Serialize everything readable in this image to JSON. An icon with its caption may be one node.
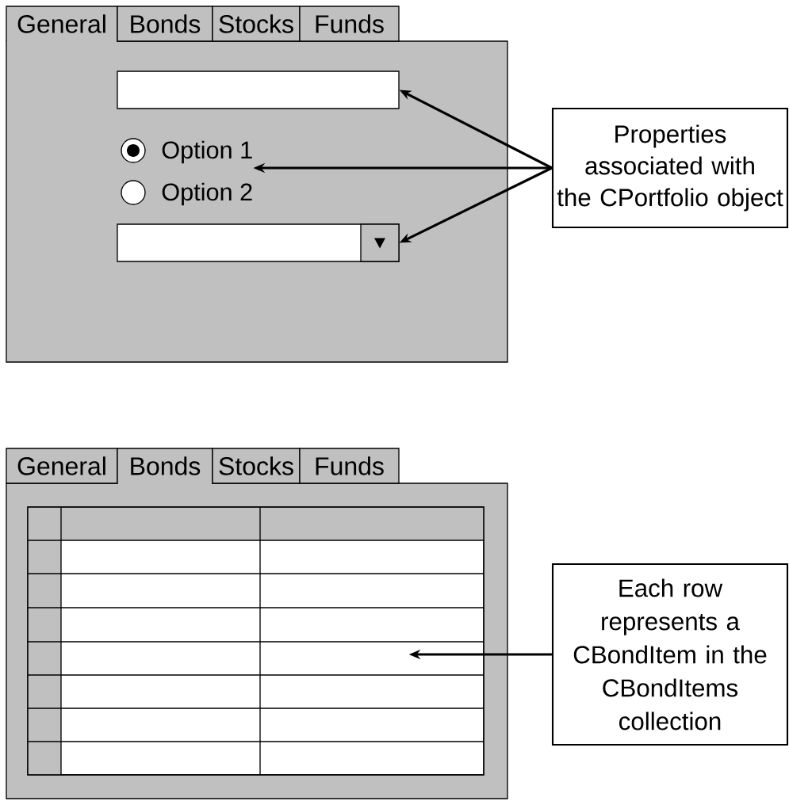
{
  "diagram": {
    "nodes": [
      {
        "text": [
          "General"
        ]
      },
      {
        "text": [
          "Bonds"
        ]
      },
      {
        "text": [
          "Stocks"
        ]
      },
      {
        "text": [
          "Funds"
        ]
      },
      {
        "text": [],
        "shape": "box"
      },
      {
        "text": [],
        "shape": "box",
        "in": 4
      },
      {
        "text": [
          "Option 1"
        ],
        "in": 4
      },
      {
        "text": [
          "Option 2"
        ],
        "in": 4
      },
      {
        "text": [],
        "shape": "box",
        "in": 4
      },
      {
        "text": [
          "Properties associated with the CPortfolio object"
        ]
      },
      {
        "text": [
          "General"
        ]
      },
      {
        "text": [
          "Bonds"
        ]
      },
      {
        "text": [
          "Stocks"
        ]
      },
      {
        "text": [
          "Funds"
        ]
      },
      {
        "text": [],
        "shape": "box"
      },
      {
        "text": [],
        "shape": "box",
        "in": 14
      },
      {
        "text": [
          "Each row represents a CBondItem in the CBondItems collection"
        ]
      }
    ],
    "edges": [
      {
        "from": 9,
        "to": 5,
        "arrow": "to"
      },
      {
        "from": 9,
        "to": 6,
        "arrow": "to"
      },
      {
        "from": 9,
        "to": 8,
        "arrow": "to"
      },
      {
        "from": 16,
        "to": 15,
        "arrow": "to"
      }
    ]
  }
}
